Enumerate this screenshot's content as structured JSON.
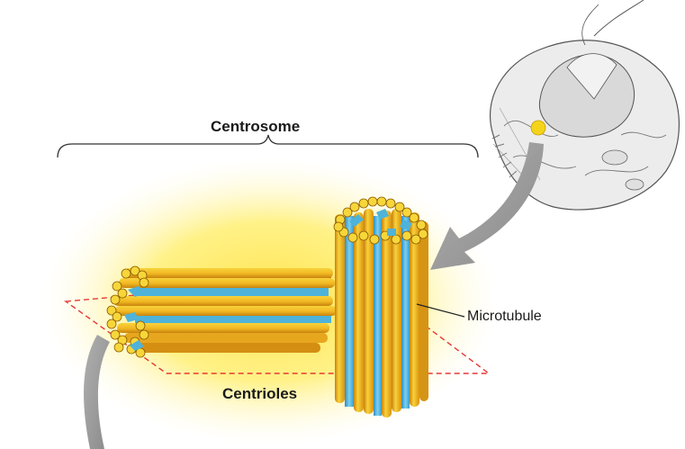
{
  "labels": {
    "centrosome": "Centrosome",
    "centrioles": "Centrioles",
    "microtubule": "Microtubule"
  },
  "colors": {
    "glow": "#fff176",
    "tube_yellow": "#f5c518",
    "tube_orange": "#e09a1a",
    "tube_blue": "#4fb3d9",
    "arrow_gray": "#9e9e9e",
    "cell_gray": "#e6e6e6",
    "plane_red": "#e53935"
  }
}
